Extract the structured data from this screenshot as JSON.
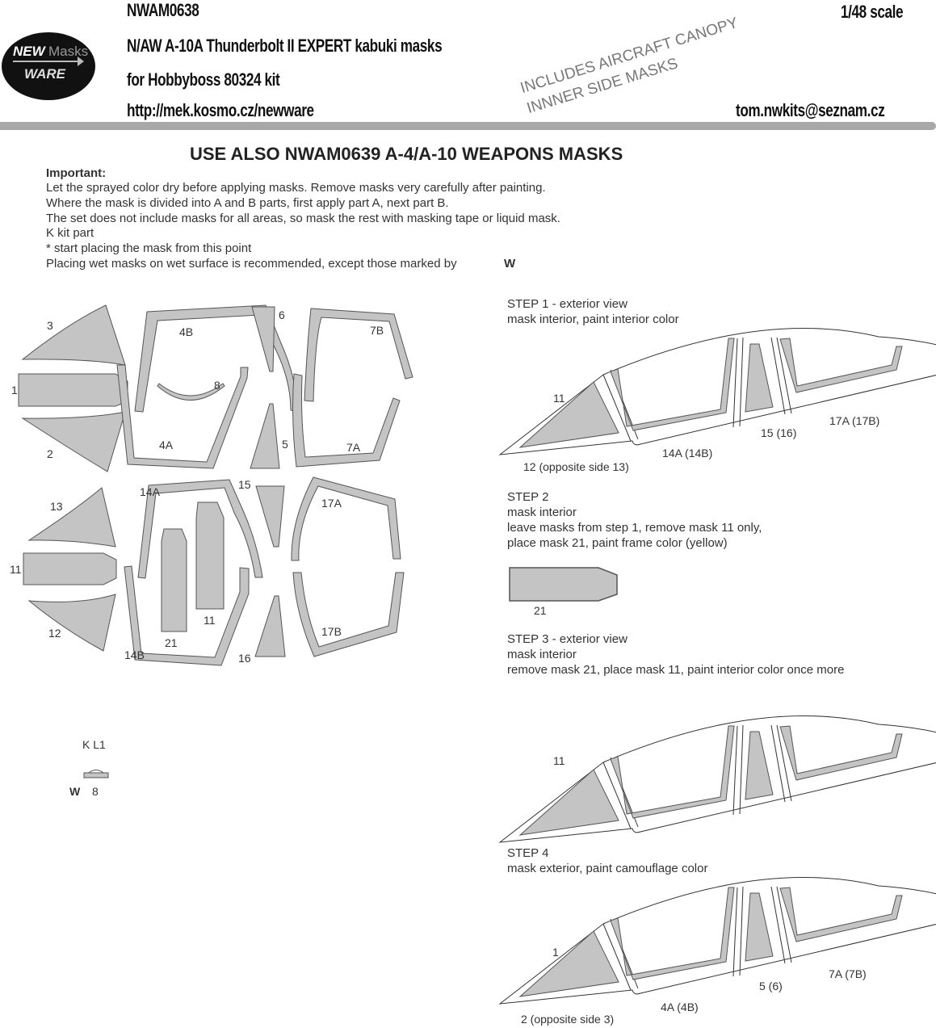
{
  "header": {
    "code": "NWAM0638",
    "title": "N/AW A-10A Thunderbolt II EXPERT kabuki masks",
    "kit": "for Hobbyboss 80324 kit",
    "url": "http://mek.kosmo.cz/newware",
    "scale": "1/48 scale",
    "email": "tom.nwkits@seznam.cz",
    "logo": {
      "line1_a": "NEW",
      "line1_b": "Masks",
      "line2": "WARE"
    },
    "stamp_line1": "INCLUDES AIRCRAFT CANOPY",
    "stamp_line2": "INNNER SIDE  MASKS"
  },
  "banner": "USE ALSO NWAM0639 A-4/A-10 WEAPONS MASKS",
  "important": {
    "heading": "Important:",
    "lines": [
      "Let the sprayed color dry before applying masks. Remove masks very carefully after painting.",
      "Where the mask is divided into A and B parts, first apply part A, next part B.",
      "The set does not include masks for all areas, so mask the rest with masking tape or liquid mask.",
      "K kit part",
      "*  start placing the mask from this point",
      "Placing wet masks on wet surface is recommended, except those marked by"
    ],
    "wet_symbol": "W"
  },
  "mask_labels": {
    "m3": "3",
    "m1": "1",
    "m2": "2",
    "m4B": "4B",
    "m4A": "4A",
    "m8": "8",
    "m6": "6",
    "m5": "5",
    "m7B": "7B",
    "m7A": "7A",
    "m13": "13",
    "m11": "11",
    "m12": "12",
    "m14A": "14A",
    "m14B": "14B",
    "m21": "21",
    "m11b": "11",
    "m15": "15",
    "m16": "16",
    "m17A": "17A",
    "m17B": "17B"
  },
  "kit_part": {
    "label": "K  L1",
    "wet_symbol": "W",
    "number": "8"
  },
  "steps": [
    {
      "title": "STEP 1 - exterior view",
      "lines": [
        "mask interior, paint interior color"
      ],
      "labels": {
        "front": "11",
        "front_bottom": "12 (opposite side 13)",
        "main": "14A (14B)",
        "mid": "15 (16)",
        "rear": "17A (17B)"
      }
    },
    {
      "title": "STEP 2",
      "lines": [
        "mask interior",
        "leave masks from step 1, remove mask 11 only,",
        "place mask 21, paint frame color (yellow)"
      ],
      "labels": {
        "mask": "21"
      }
    },
    {
      "title": "STEP 3 - exterior view",
      "lines": [
        "mask interior",
        "remove mask 21, place mask 11, paint interior color once more"
      ],
      "labels": {
        "front": "11"
      }
    },
    {
      "title": "STEP 4",
      "lines": [
        "mask exterior, paint camouflage color"
      ],
      "labels": {
        "front": "1",
        "front_bottom": "2 (opposite side 3)",
        "main": "4A (4B)",
        "mid": "5 (6)",
        "rear": "7A (7B)"
      }
    }
  ],
  "colors": {
    "mask_fill": "#c4c4c4",
    "outline": "#555555",
    "divider": "#a8a8a8",
    "stamp": "#777777"
  }
}
